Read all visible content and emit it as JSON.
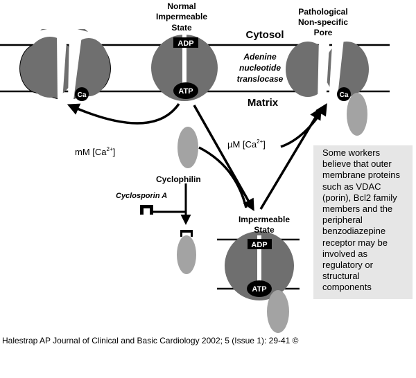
{
  "labels": {
    "normal_state": [
      "Normal",
      "Impermeable",
      "State"
    ],
    "pathological_state": [
      "Pathological",
      "Non-specific",
      "Pore"
    ],
    "cytosol": "Cytosol",
    "matrix": "Matrix",
    "translocase": [
      "Adenine",
      "nucleotide",
      "translocase"
    ],
    "adp": "ADP",
    "atp": "ATP",
    "ca": "Ca",
    "mm_ca": "mM [Ca",
    "um_ca": "µM [Ca",
    "ca_sup": "2+",
    "bracket_close": "]",
    "cyclophilin": "Cyclophilin",
    "cyclosporin": "Cyclosporin A",
    "impermeable_state": [
      "Impermeable",
      "State"
    ]
  },
  "note": {
    "lines": [
      "Some workers",
      "believe that outer",
      "membrane proteins",
      "such as VDAC",
      "(porin), Bcl2 family",
      "members and the",
      "peripheral",
      "benzodiazepine",
      "receptor may be",
      "involved as",
      "regulatory or",
      "structural",
      "components"
    ]
  },
  "caption": "Halestrap AP Journal of Clinical and Basic Cardiology 2002; 5 (Issue 1): 29-41 ©",
  "colors": {
    "protein": "#6f6f6f",
    "cyclophilin": "#a3a3a3",
    "membrane": "#000000",
    "note_bg": "#e6e6e6"
  }
}
